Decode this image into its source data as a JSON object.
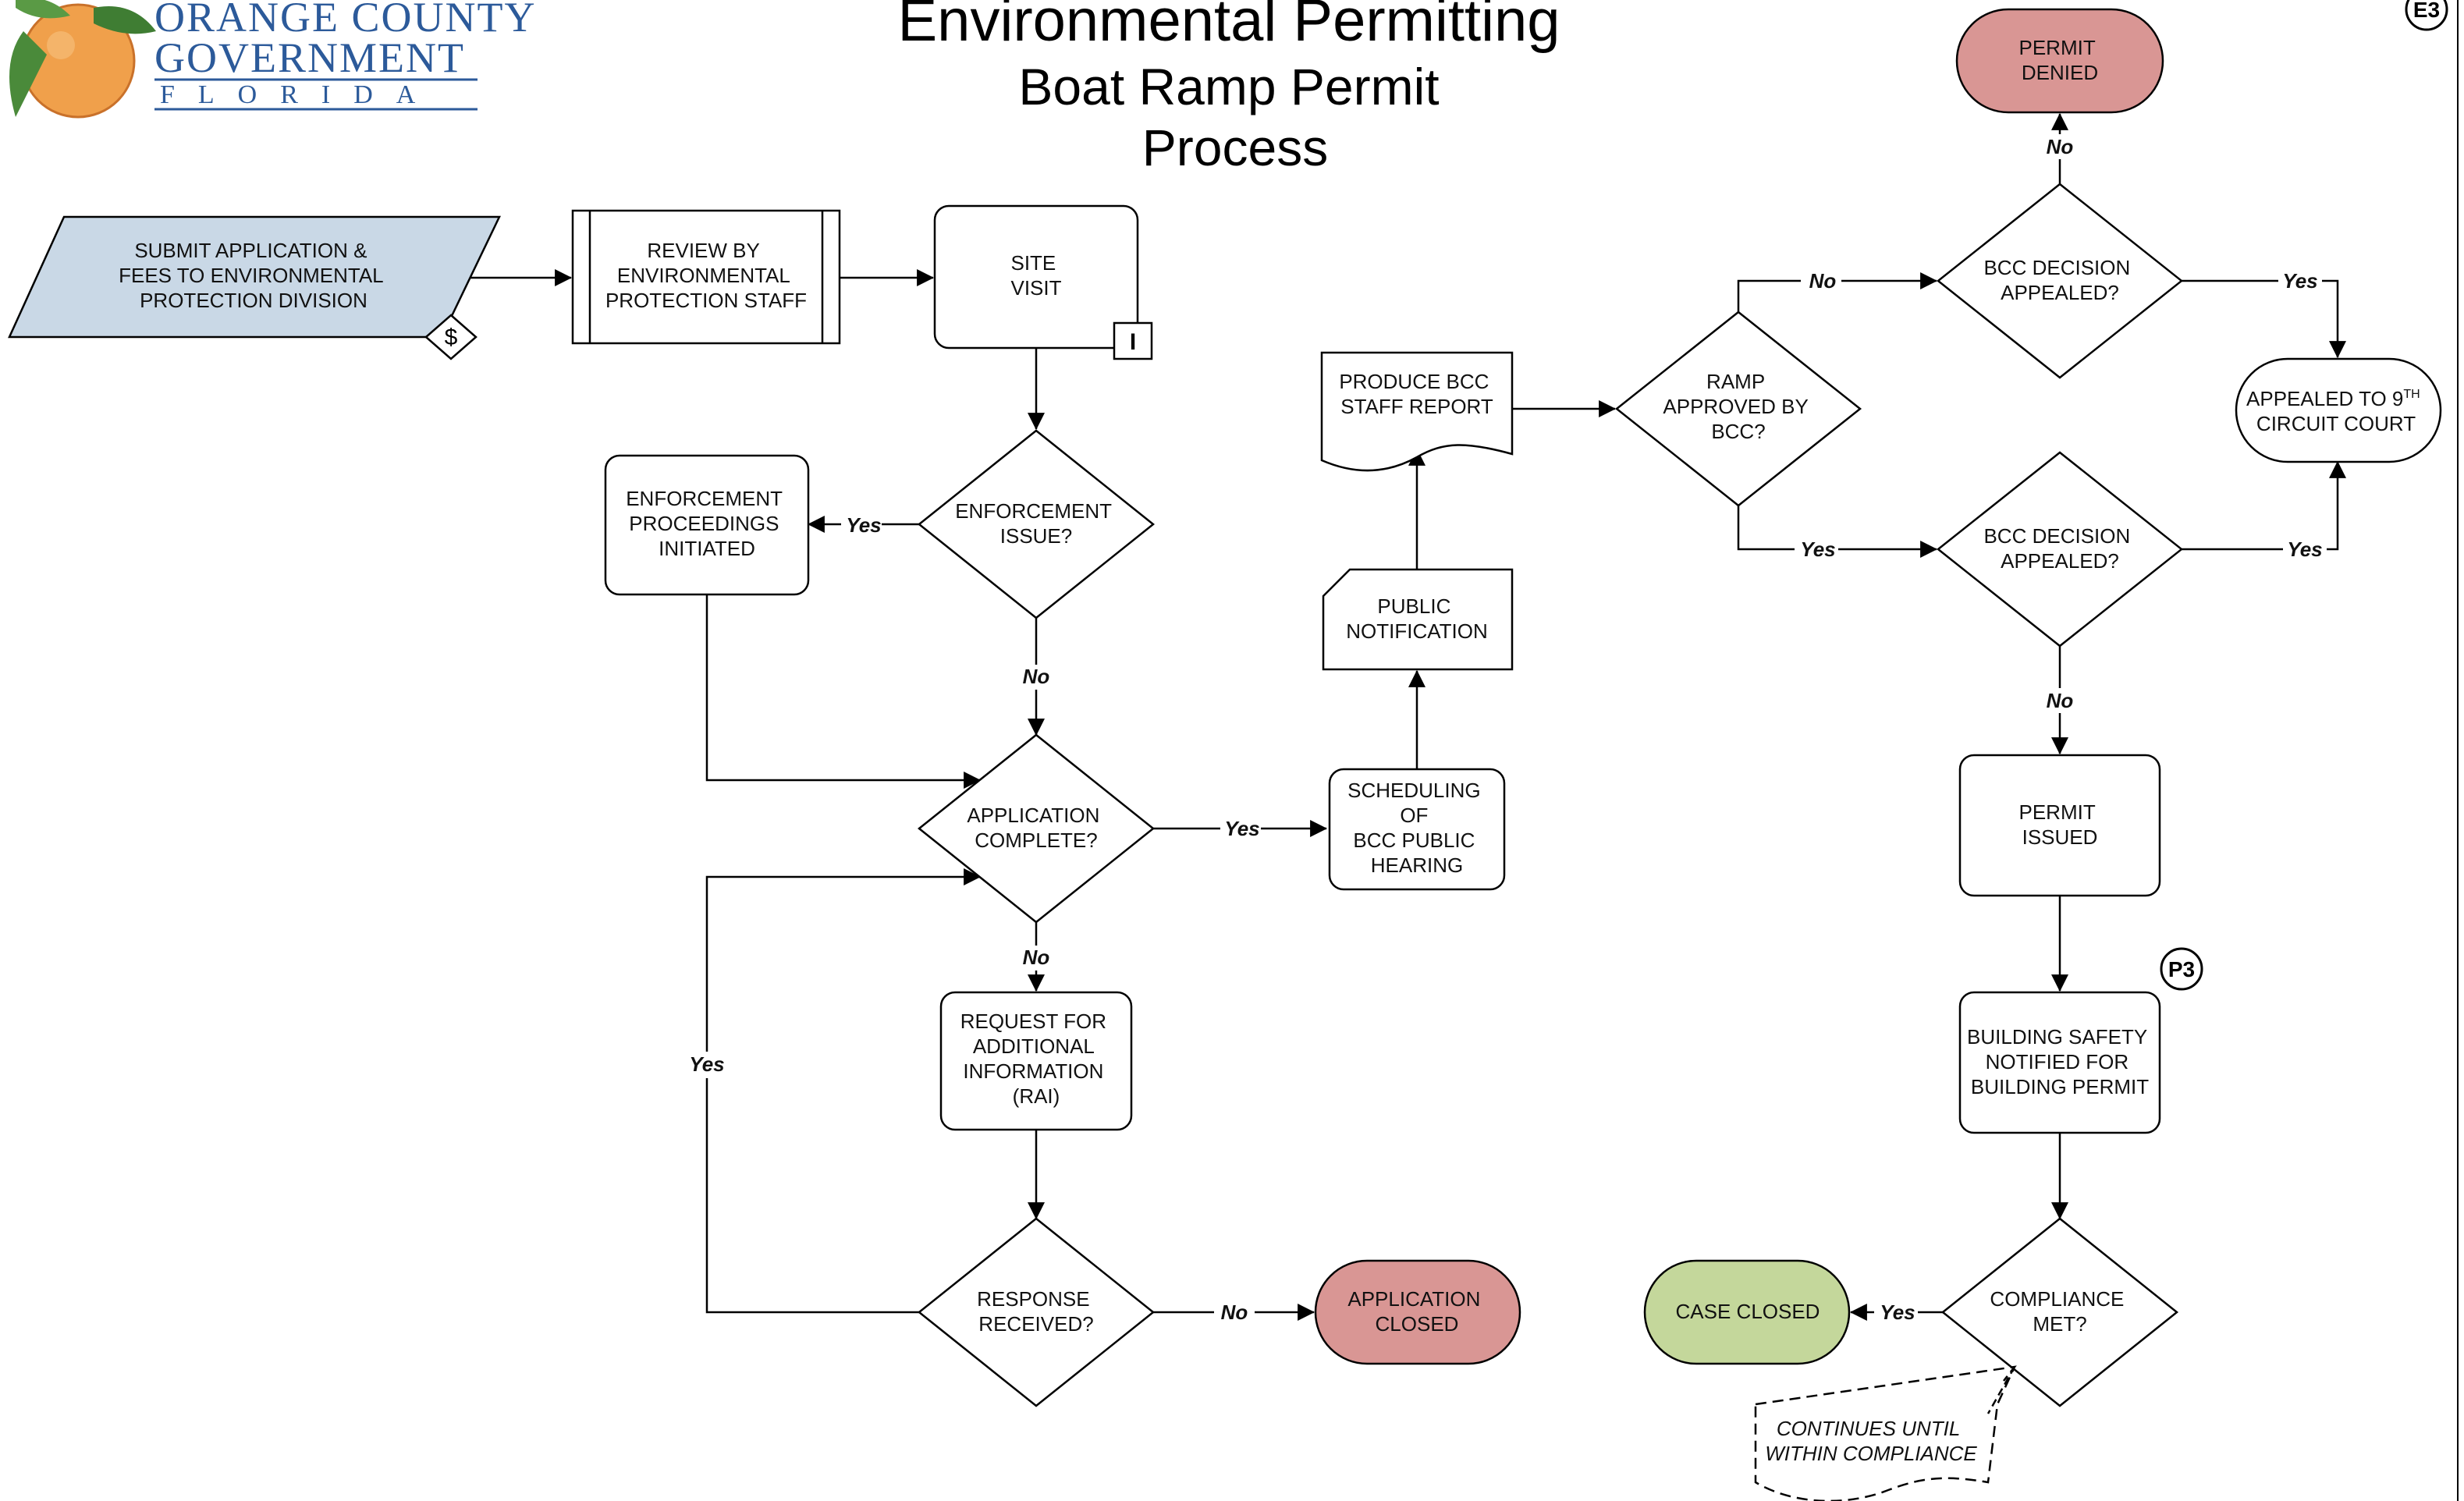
{
  "title": {
    "line1": "Environmental Permitting",
    "line2": "Boat Ramp Permit",
    "line3": "Process"
  },
  "logo": {
    "line1": "ORANGE COUNTY",
    "line2": "GOVERNMENT",
    "line3": "FLORIDA"
  },
  "page_id": "E3",
  "colors": {
    "submit_fill": "#c9d8e6",
    "denied_fill": "#d99694",
    "closed_fill": "#c4d79b",
    "logo_blue": "#2c5a9a",
    "stroke": "#000000"
  },
  "nodes": {
    "submit": [
      "SUBMIT APPLICATION &",
      "FEES TO ENVIRONMENTAL",
      "PROTECTION DIVISION"
    ],
    "review": [
      "REVIEW BY",
      "ENVIRONMENTAL",
      "PROTECTION STAFF"
    ],
    "site_visit": [
      "SITE",
      "VISIT"
    ],
    "enforcement_issue": [
      "ENFORCEMENT",
      "ISSUE?"
    ],
    "enforcement_proceedings": [
      "ENFORCEMENT",
      "PROCEEDINGS",
      "INITIATED"
    ],
    "application_complete": [
      "APPLICATION",
      "COMPLETE?"
    ],
    "rai": [
      "REQUEST FOR",
      "ADDITIONAL",
      "INFORMATION",
      "(RAI)"
    ],
    "response_received": [
      "RESPONSE",
      "RECEIVED?"
    ],
    "application_closed": [
      "APPLICATION",
      "CLOSED"
    ],
    "scheduling": [
      "SCHEDULING",
      "OF",
      "BCC PUBLIC",
      "HEARING"
    ],
    "public_notification": [
      "PUBLIC",
      "NOTIFICATION"
    ],
    "staff_report": [
      "PRODUCE BCC",
      "STAFF REPORT"
    ],
    "ramp_approved": [
      "RAMP",
      "APPROVED BY",
      "BCC?"
    ],
    "bcc_appealed_top": [
      "BCC DECISION",
      "APPEALED?"
    ],
    "bcc_appealed_bottom": [
      "BCC DECISION",
      "APPEALED?"
    ],
    "permit_denied": [
      "PERMIT",
      "DENIED"
    ],
    "circuit_court_line1_pre": "APPEALED TO 9",
    "circuit_court_line1_sup": "TH",
    "circuit_court_line2": "CIRCUIT COURT",
    "permit_issued": [
      "PERMIT",
      "ISSUED"
    ],
    "building_safety": [
      "BUILDING SAFETY",
      "NOTIFIED FOR",
      "BUILDING PERMIT"
    ],
    "compliance_met": [
      "COMPLIANCE",
      "MET?"
    ],
    "case_closed": [
      "CASE CLOSED"
    ],
    "continues": [
      "CONTINUES UNTIL",
      "WITHIN COMPLIANCE"
    ]
  },
  "markers": {
    "fee_symbol": "$",
    "inspection_symbol": "I",
    "connector_p3": "P3"
  },
  "edge_labels": {
    "yes": "Yes",
    "no": "No"
  }
}
